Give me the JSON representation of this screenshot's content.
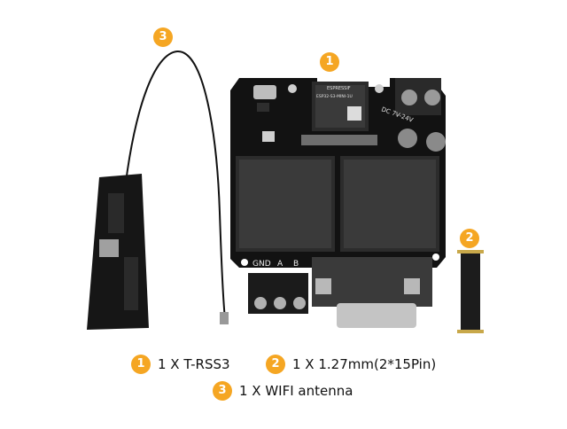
{
  "board": {
    "chip_brand": "ESPRESSIF",
    "chip_model": "ESP32-S3-MINI-1U",
    "voltage_label": "DC 7V-24V",
    "pin_labels": [
      "GND",
      "A",
      "B"
    ]
  },
  "callouts": [
    {
      "number": "1"
    },
    {
      "number": "2"
    },
    {
      "number": "3"
    }
  ],
  "legend": [
    {
      "number": "1",
      "text": "1 X T-RSS3"
    },
    {
      "number": "2",
      "text": "1 X 1.27mm(2*15Pin)"
    },
    {
      "number": "3",
      "text": "1 X WIFI antenna"
    }
  ],
  "colors": {
    "accent": "#f5a623",
    "pcb": "#111111"
  }
}
